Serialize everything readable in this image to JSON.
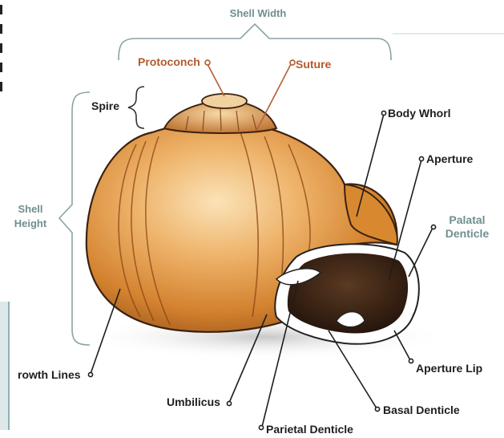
{
  "labels": {
    "shell_width": "Shell Width",
    "protoconch": "Protoconch",
    "suture": "Suture",
    "spire": "Spire",
    "body_whorl": "Body Whorl",
    "aperture": "Aperture",
    "palatal_denticle_l1": "Palatal",
    "palatal_denticle_l2": "Denticle",
    "shell_height_l1": "Shell",
    "shell_height_l2": "Height",
    "growth_lines": "rowth Lines",
    "umbilicus": "Umbilicus",
    "parietal_denticle": "Parietal Denticle",
    "basal_denticle": "Basal Denticle",
    "aperture_lip": "Aperture Lip"
  },
  "colors": {
    "measure_text": "#6f8f91",
    "measure_line": "#8aa3a5",
    "apex_label": "#b35a2e",
    "apex_line": "#b8643a",
    "label_text": "#1e1e1e",
    "shell_light": "#f3c98a",
    "shell_mid": "#d98c3a",
    "shell_dark": "#8a4a17",
    "aperture_inside": "#3a2213",
    "lip": "#ffffff"
  }
}
